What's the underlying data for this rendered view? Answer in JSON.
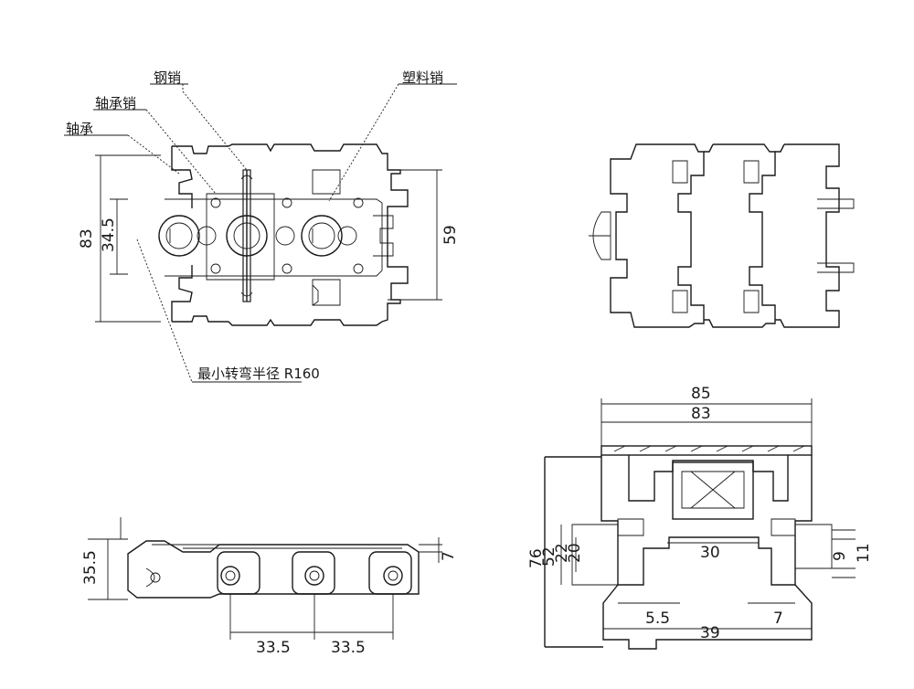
{
  "callouts": {
    "steel_pin": "钢销",
    "plastic_pin": "塑料销",
    "bearing_pin": "轴承销",
    "bearing": "轴承",
    "min_radius": "最小转弯半径 R160"
  },
  "dimensions": {
    "top_left_83": "83",
    "top_left_34_5": "34.5",
    "top_left_59": "59",
    "end_85": "85",
    "end_83": "83",
    "end_76": "76",
    "end_52": "52",
    "end_22": "22",
    "end_20": "20",
    "end_30": "30",
    "end_9": "9",
    "end_11": "11",
    "end_5_5": "5.5",
    "end_7": "7",
    "end_39": "39",
    "side_35_5": "35.5",
    "side_7": "7",
    "side_33_5_a": "33.5",
    "side_33_5_b": "33.5"
  }
}
